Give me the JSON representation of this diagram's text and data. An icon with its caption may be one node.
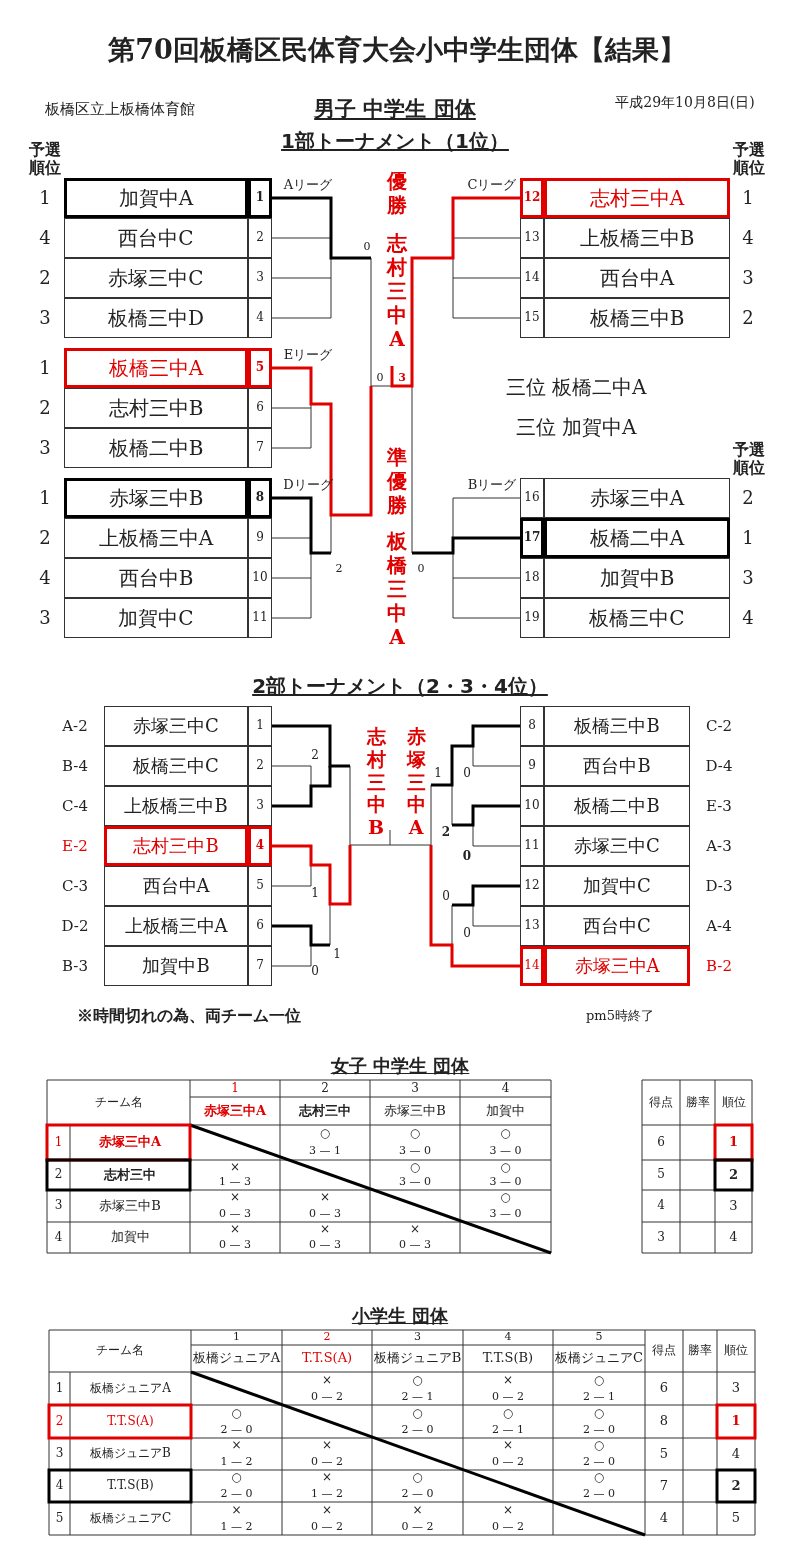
{
  "diagram": {
    "title": "第70回板橋区民体育大会小中学生団体【結果】",
    "labels": [
      "板橋区立上板橋体育館",
      "男子 中学生 団体",
      "平成29年10月8日(日)",
      "1部トーナメント（1位）",
      "予選順位",
      "予選順位",
      "予選順位",
      "1",
      "加賀中A",
      "1",
      "4",
      "西台中C",
      "2",
      "2",
      "赤塚三中C",
      "3",
      "3",
      "板橋三中D",
      "4",
      "1",
      "板橋三中A",
      "5",
      "2",
      "志村三中B",
      "6",
      "3",
      "板橋二中B",
      "7",
      "1",
      "赤塚三中B",
      "8",
      "2",
      "上板橋三中A",
      "9",
      "4",
      "西台中B",
      "10",
      "3",
      "加賀中C",
      "11",
      "12",
      "志村三中A",
      "1",
      "13",
      "上板橋三中B",
      "4",
      "14",
      "西台中A",
      "3",
      "15",
      "板橋三中B",
      "2",
      "16",
      "赤塚三中A",
      "2",
      "17",
      "板橋二中A",
      "1",
      "18",
      "加賀中B",
      "3",
      "19",
      "板橋三中C",
      "4",
      "Aリーグ",
      "Eリーグ",
      "Dリーグ",
      "Cリーグ",
      "Bリーグ",
      "0",
      "0",
      "3",
      "2",
      "0",
      "優勝",
      "志村三中A",
      "準優勝",
      "板橋三中A",
      "三位 板橋二中A",
      "三位 加賀中A",
      "2部トーナメント（2・3・4位）",
      "A-2",
      "赤塚三中C",
      "1",
      "B-4",
      "板橋三中C",
      "2",
      "C-4",
      "上板橋三中B",
      "3",
      "E-2",
      "志村三中B",
      "4",
      "C-3",
      "西台中A",
      "5",
      "D-2",
      "上板橋三中A",
      "6",
      "B-3",
      "加賀中B",
      "7",
      "8",
      "板橋三中B",
      "C-2",
      "9",
      "西台中B",
      "D-4",
      "10",
      "板橋二中B",
      "E-3",
      "11",
      "赤塚三中C",
      "A-3",
      "12",
      "加賀中C",
      "D-3",
      "13",
      "西台中C",
      "A-4",
      "14",
      "赤塚三中A",
      "B-2",
      "2",
      "1",
      "1",
      "0",
      "1",
      "0",
      "2",
      "0",
      "0",
      "0",
      "志村三中B",
      "赤塚三中A",
      "※時間切れの為、両チーム一位",
      "pm5時終了",
      "女子 中学生 団体",
      "チーム名",
      "1",
      "2",
      "3",
      "4",
      "赤塚三中A",
      "志村三中",
      "赤塚三中B",
      "加賀中",
      "1",
      "赤塚三中A",
      "○",
      "3 — 1",
      "○",
      "3 — 0",
      "○",
      "3 — 0",
      "2",
      "志村三中",
      "×",
      "1 — 3",
      "○",
      "3 — 0",
      "○",
      "3 — 0",
      "3",
      "赤塚三中B",
      "×",
      "0 — 3",
      "×",
      "0 — 3",
      "○",
      "3 — 0",
      "4",
      "加賀中",
      "×",
      "0 — 3",
      "×",
      "0 — 3",
      "×",
      "0 — 3",
      "得点",
      "勝率",
      "順位",
      "6",
      "1",
      "5",
      "2",
      "4",
      "3",
      "3",
      "4",
      "小学生 団体",
      "チーム名",
      "1",
      "2",
      "3",
      "4",
      "5",
      "板橋ジュニアA",
      "T.T.S(A)",
      "板橋ジュニアB",
      "T.T.S(B)",
      "板橋ジュニアC",
      "得点",
      "勝率",
      "順位",
      "1",
      "板橋ジュニアA",
      "×",
      "0 — 2",
      "○",
      "2 — 1",
      "×",
      "0 — 2",
      "○",
      "2 — 1",
      "6",
      "3",
      "2",
      "T.T.S(A)",
      "○",
      "2 — 0",
      "○",
      "2 — 0",
      "○",
      "2 — 1",
      "○",
      "2 — 0",
      "8",
      "1",
      "3",
      "板橋ジュニアB",
      "×",
      "1 — 2",
      "×",
      "0 — 2",
      "×",
      "0 — 2",
      "○",
      "2 — 0",
      "5",
      "4",
      "4",
      "T.T.S(B)",
      "○",
      "2 — 0",
      "×",
      "1 — 2",
      "○",
      "2 — 0",
      "○",
      "2 — 0",
      "7",
      "2",
      "5",
      "板橋ジュニアC",
      "×",
      "1 — 2",
      "×",
      "0 — 2",
      "×",
      "0 — 2",
      "×",
      "0 — 2",
      "4",
      "5"
    ]
  }
}
